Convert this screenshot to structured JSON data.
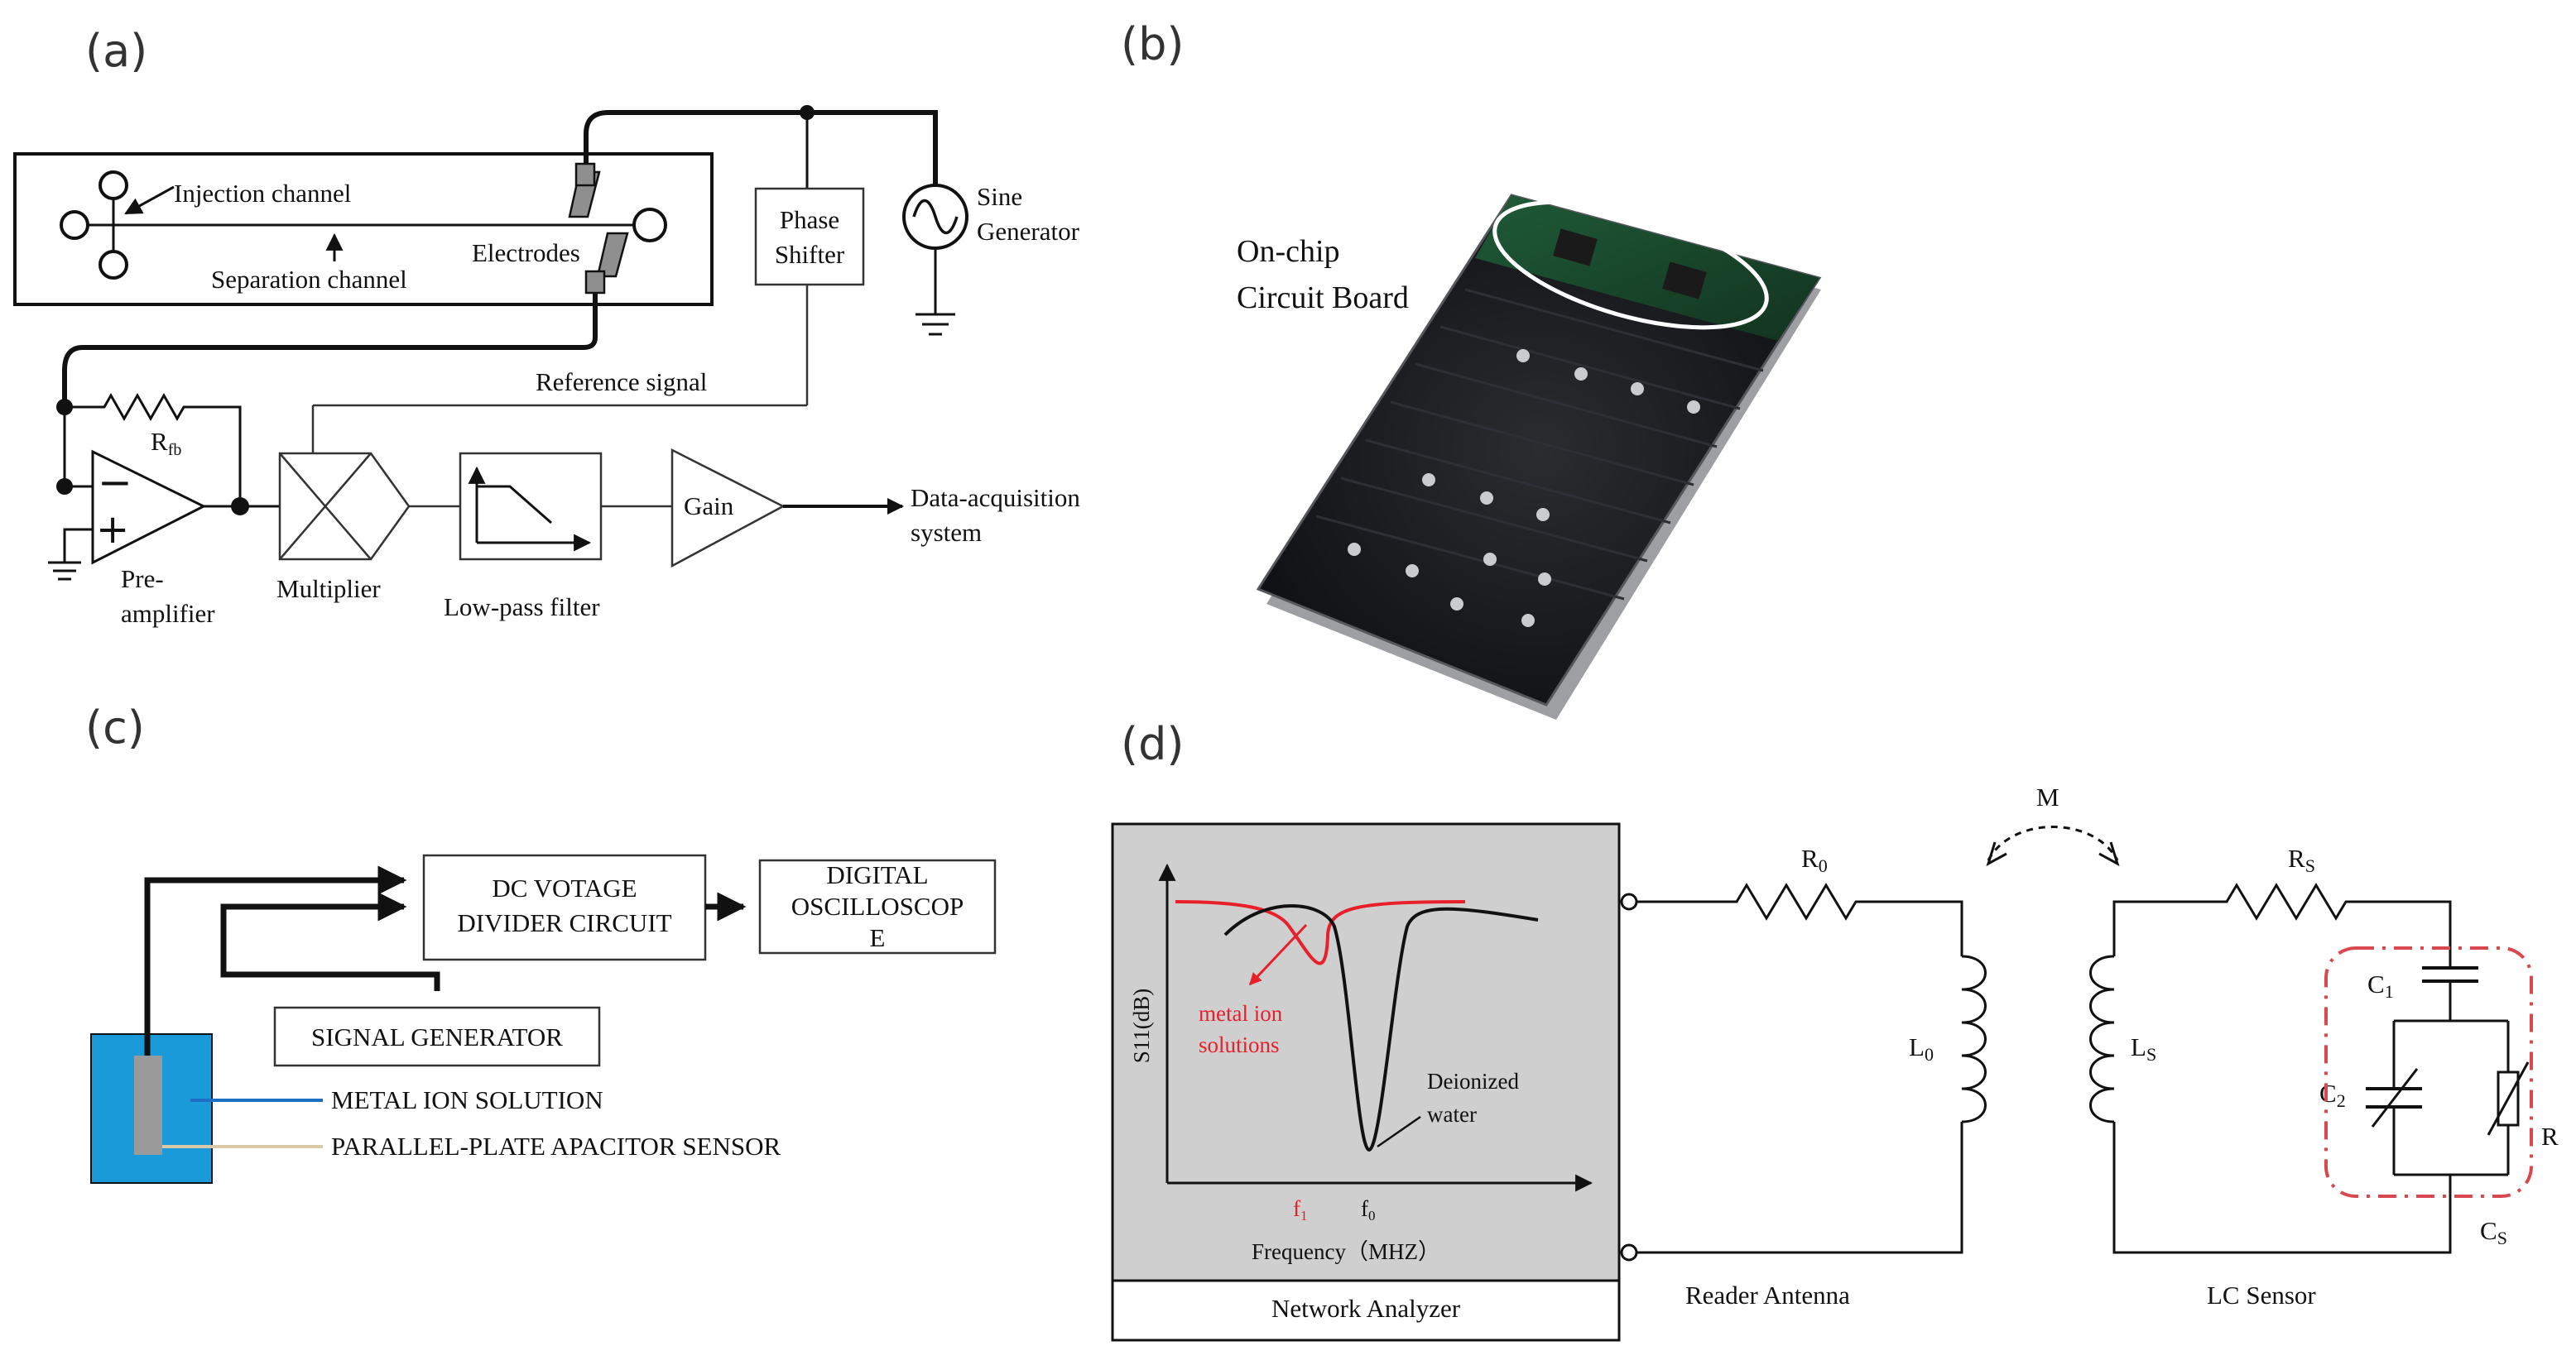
{
  "panels": {
    "a": {
      "label": "(a)",
      "injection_channel": "Injection channel",
      "separation_channel": "Separation channel",
      "electrodes": "Electrodes",
      "phase_shifter_1": "Phase",
      "phase_shifter_2": "Shifter",
      "sine_generator_1": "Sine",
      "sine_generator_2": "Generator",
      "reference_signal": "Reference signal",
      "rfb": "R",
      "rfb_sub": "fb",
      "pre_amplifier_1": "Pre-",
      "pre_amplifier_2": "amplifier",
      "multiplier": "Multiplier",
      "low_pass_filter": "Low-pass filter",
      "gain": "Gain",
      "daq_1": "Data-acquisition",
      "daq_2": "system",
      "minus": "−",
      "plus": "+"
    },
    "b": {
      "label": "(b)",
      "caption_1": "On-chip",
      "caption_2": "Circuit Board"
    },
    "c": {
      "label": "(c)",
      "dc_divider_1": "DC VOTAGE",
      "dc_divider_2": "DIVIDER CIRCUIT",
      "oscilloscope_1": "DIGITAL",
      "oscilloscope_2": "OSCILLOSCOP",
      "oscilloscope_3": "E",
      "signal_generator": "SIGNAL GENERATOR",
      "metal_ion_solution": "METAL ION SOLUTION",
      "capacitor_sensor": "PARALLEL-PLATE APACITOR SENSOR"
    },
    "d": {
      "label": "(d)",
      "ylabel": "S11(dB)",
      "xlabel": "Frequency（MHZ）",
      "metal_ion_1": "metal ion",
      "metal_ion_2": "solutions",
      "deionized_1": "Deionized",
      "deionized_2": "water",
      "f1": "f",
      "f1_sub": "1",
      "f0": "f",
      "f0_sub": "0",
      "network_analyzer": "Network Analyzer",
      "m": "M",
      "r0": "R",
      "r0_sub": "0",
      "l0": "L",
      "l0_sub": "0",
      "ls": "L",
      "ls_sub": "S",
      "rs": "R",
      "rs_sub": "S",
      "c1": "C",
      "c1_sub": "1",
      "c2": "C",
      "c2_sub": "2",
      "r": "R",
      "cs": "C",
      "cs_sub": "S",
      "reader_antenna": "Reader Antenna",
      "lc_sensor": "LC  Sensor"
    }
  },
  "colors": {
    "curve_red": "#e8202a",
    "curve_black": "#111111",
    "analyzer_bg": "#cfcfcf",
    "beaker_blue": "#1a9ad8",
    "electrode_gray": "#9a9a9a",
    "lead_blue": "#1f6fc4",
    "lead_tan": "#d9c9a8",
    "dash_red": "#d9474f"
  }
}
